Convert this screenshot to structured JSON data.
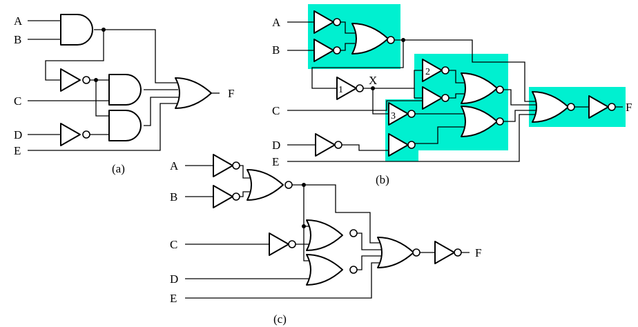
{
  "diagram_a": {
    "caption": "(a)",
    "inputs": {
      "a": "A",
      "b": "B",
      "c": "C",
      "d": "D",
      "e": "E"
    },
    "output": "F"
  },
  "diagram_b": {
    "caption": "(b)",
    "inputs": {
      "a": "A",
      "b": "B",
      "c": "C",
      "d": "D",
      "e": "E"
    },
    "output": "F",
    "node_label": "X",
    "gate_numbers": [
      "1",
      "2",
      "3"
    ],
    "highlight_color": "#00f0d0"
  },
  "diagram_c": {
    "caption": "(c)",
    "inputs": {
      "a": "A",
      "b": "B",
      "c": "C",
      "d": "D",
      "e": "E"
    },
    "output": "F"
  }
}
